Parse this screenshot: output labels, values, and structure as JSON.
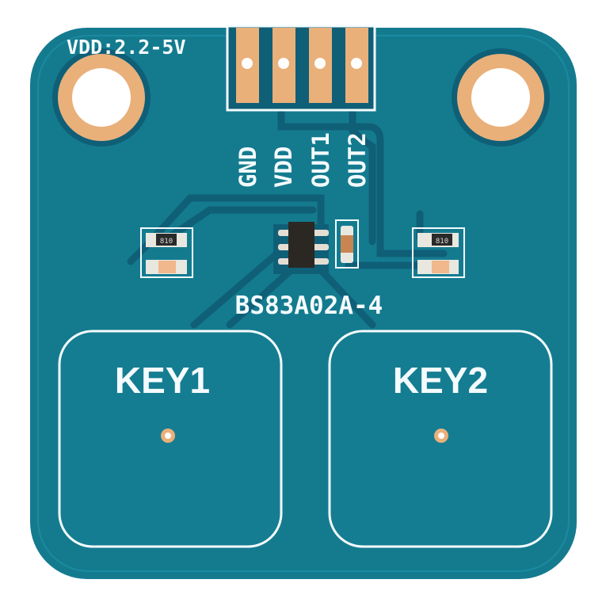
{
  "board": {
    "supply_label": "VDD:2.2-5V",
    "pin_labels": [
      "GND",
      "VDD",
      "OUT1",
      "OUT2"
    ],
    "chip_label": "BS83A02A-4",
    "keys": [
      "KEY1",
      "KEY2"
    ],
    "resistor_marking": "810"
  },
  "colors": {
    "board": "#147b8f",
    "trace": "#0f5f77",
    "copper": "#e9b07a",
    "silkscreen": "#f4fbfd",
    "background": "#ffffff"
  }
}
